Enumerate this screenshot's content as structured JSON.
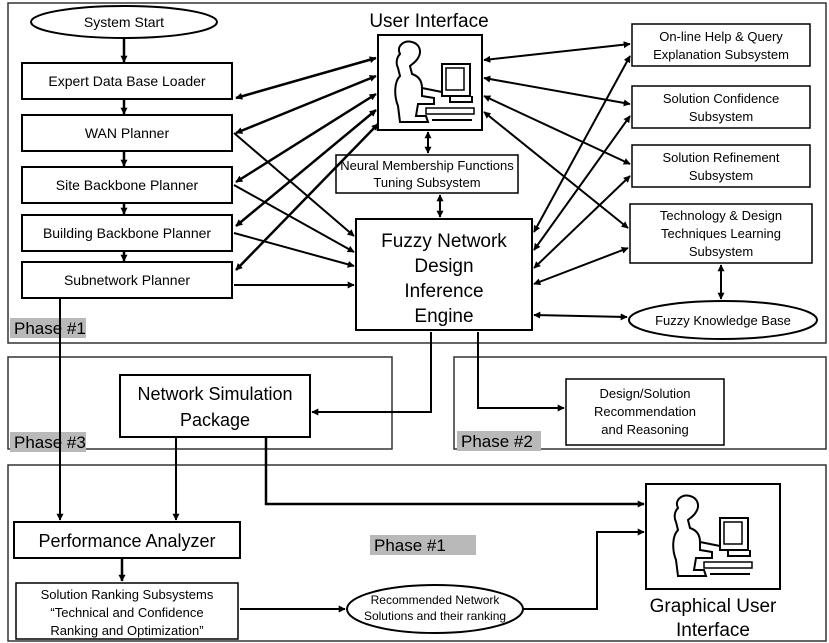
{
  "nodes": {
    "system_start": "System Start",
    "expert_db_loader": "Expert Data Base Loader",
    "wan_planner": "WAN Planner",
    "site_backbone_planner": "Site Backbone Planner",
    "building_backbone_planner": "Building Backbone Planner",
    "subnetwork_planner": "Subnetwork Planner",
    "user_interface": "User Interface",
    "neural_membership": [
      "Neural Membership Functions",
      "Tuning Subsystem"
    ],
    "fuzzy_engine": [
      "Fuzzy Network",
      "Design",
      "Inference",
      "Engine"
    ],
    "online_help": [
      "On-line Help & Query",
      "Explanation Subsystem"
    ],
    "solution_confidence": [
      "Solution Confidence",
      "Subsystem"
    ],
    "solution_refinement": [
      "Solution Refinement",
      "Subsystem"
    ],
    "tech_learning": [
      "Technology & Design",
      "Techniques Learning",
      "Subsystem"
    ],
    "fuzzy_kb": "Fuzzy Knowledge Base",
    "network_sim": [
      "Network Simulation",
      "Package"
    ],
    "design_recommendation": [
      "Design/Solution",
      "Recommendation",
      "and Reasoning"
    ],
    "performance_analyzer": "Performance Analyzer",
    "solution_ranking": [
      "Solution Ranking Subsystems",
      "“Technical and Confidence",
      "Ranking and Optimization”"
    ],
    "recommended_solutions": [
      "Recommended Network",
      "Solutions and their ranking"
    ],
    "gui": [
      "Graphical User",
      "Interface"
    ]
  },
  "phases": {
    "phase1_top": "Phase #1",
    "phase3": "Phase #3",
    "phase2": "Phase #2",
    "phase1_bottom": "Phase #1"
  },
  "icons": {
    "user_interface": "user-at-computer-icon",
    "gui": "user-at-computer-icon"
  }
}
